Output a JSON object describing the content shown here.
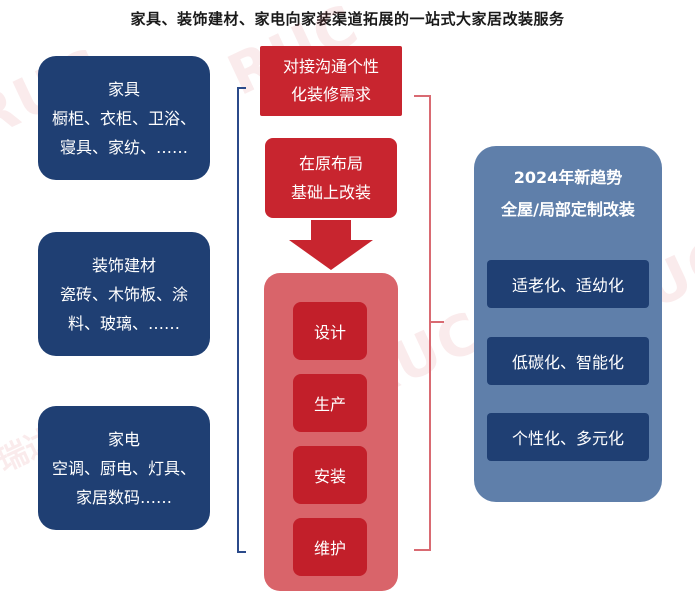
{
  "title": "家具、装饰建材、家电向家装渠道拓展的一站式大家居改装服务",
  "watermark": {
    "brand": "RUC",
    "text": "瑞达恒"
  },
  "left_categories": [
    {
      "name": "家具",
      "items_line1": "橱柜、衣柜、卫浴、",
      "items_line2": "寝具、家纺、……"
    },
    {
      "name": "装饰建材",
      "items_line1": "瓷砖、木饰板、涂",
      "items_line2": "料、玻璃、……"
    },
    {
      "name": "家电",
      "items_line1": "空调、厨电、灯具、",
      "items_line2": "家居数码……"
    }
  ],
  "center": {
    "top_line1": "对接沟通个性",
    "top_line2": "化装修需求",
    "mid_line1": "在原布局",
    "mid_line2": "基础上改装",
    "steps": [
      "设计",
      "生产",
      "安装",
      "维护"
    ]
  },
  "trend": {
    "heading_line1": "2024年新趋势",
    "heading_line2": "全屋/局部定制改装",
    "items": [
      "适老化、适幼化",
      "低碳化、智能化",
      "个性化、多元化"
    ]
  },
  "colors": {
    "navy": "#1f3f73",
    "red": "#c8252f",
    "light_red": "#d9646a",
    "steel_blue": "#5f7faa",
    "bracket_blue": "#2b4a8a",
    "bracket_red": "#d96a72"
  }
}
